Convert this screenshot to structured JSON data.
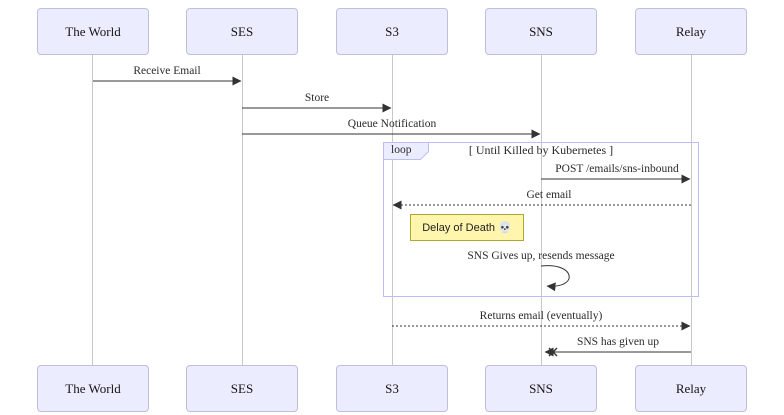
{
  "diagram": {
    "type": "sequence",
    "actors": [
      {
        "label": "The World"
      },
      {
        "label": "SES"
      },
      {
        "label": "S3"
      },
      {
        "label": "SNS"
      },
      {
        "label": "Relay"
      }
    ],
    "messages": [
      {
        "label": "Receive Email",
        "from": "The World",
        "to": "SES",
        "line": "solid"
      },
      {
        "label": "Store",
        "from": "SES",
        "to": "S3",
        "line": "solid"
      },
      {
        "label": "Queue Notification",
        "from": "SES",
        "to": "SNS",
        "line": "solid"
      },
      {
        "label": "POST /emails/sns-inbound",
        "from": "SNS",
        "to": "Relay",
        "line": "solid"
      },
      {
        "label": "Get email",
        "from": "Relay",
        "to": "S3",
        "line": "dashed"
      },
      {
        "label": "SNS Gives up, resends message",
        "from": "SNS",
        "to": "SNS",
        "line": "self"
      },
      {
        "label": "Returns email (eventually)",
        "from": "S3",
        "to": "Relay",
        "line": "dashed"
      },
      {
        "label": "SNS has given up",
        "from": "Relay",
        "to": "SNS",
        "line": "solid-lost"
      }
    ],
    "loop": {
      "label": "loop",
      "title": "[ Until Killed by Kubernetes ]"
    },
    "note": {
      "text": "Delay of Death 💀"
    },
    "colors": {
      "actor_fill": "#ECECFF",
      "actor_border": "#BEBEDD",
      "lifeline": "#C8C8C8",
      "arrow": "#333333",
      "loop_border": "#BCBEF3",
      "note_fill": "#FFF5AD",
      "note_border": "#AAAA33"
    }
  }
}
